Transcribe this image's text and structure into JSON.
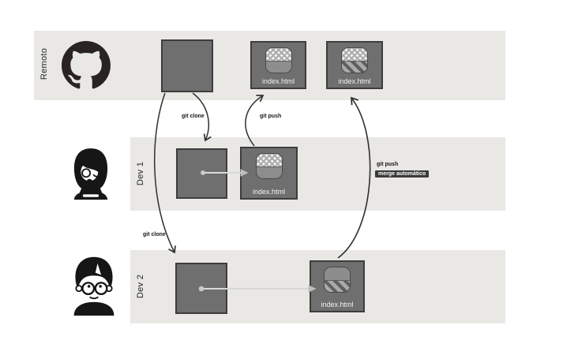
{
  "lanes": [
    {
      "id": "remoto",
      "label": "Remoto"
    },
    {
      "id": "dev1",
      "label": "Dev 1"
    },
    {
      "id": "dev2",
      "label": "Dev 2"
    }
  ],
  "boxes": {
    "file_label": "index.html"
  },
  "labels": {
    "clone_dev1": "git clone",
    "push_dev1": "git push",
    "clone_dev2": "git clone",
    "push_dev2": "git push",
    "merge_badge": "merge automático"
  },
  "icons": [
    "github-octocat-icon",
    "dev1-avatar",
    "dev2-avatar",
    "index-file-icon"
  ],
  "colors": {
    "lane_bg": "#e9e8e5",
    "box_fill": "#6f6f6f",
    "box_border": "#3d3d3d",
    "icon_solid": "#8d8d8d",
    "arrow": "#2f2f2f",
    "connector": "#d9d9d6",
    "badge_bg": "#3a3a3a",
    "badge_text": "#ffffff",
    "file_text": "#f4f4f4",
    "label_text": "#141414"
  }
}
